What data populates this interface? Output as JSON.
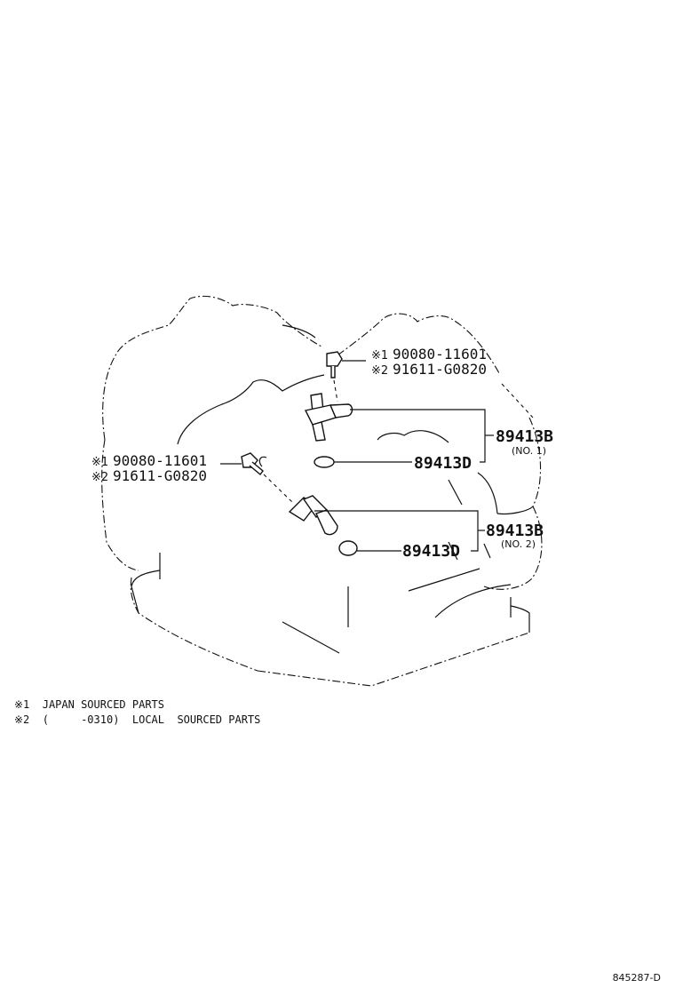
{
  "callouts": {
    "bolt_upper": {
      "mark1": "※1",
      "part1": "90080-11601",
      "mark2": "※2",
      "part2": "91611-G0820"
    },
    "bolt_left": {
      "mark1": "※1",
      "part1": "90080-11601",
      "mark2": "※2",
      "part2": "91611-G0820"
    },
    "sensor_no1": {
      "part": "89413B",
      "sub": "(NO. 1)"
    },
    "oring_no1": {
      "part": "89413D"
    },
    "sensor_no2": {
      "part": "89413B",
      "sub": "(NO. 2)"
    },
    "oring_no2": {
      "part": "89413D"
    }
  },
  "notes": {
    "note1": "※1  JAPAN SOURCED PARTS",
    "note2": "※2  (     -0310)  LOCAL  SOURCED PARTS"
  },
  "figure_id": "845287-D"
}
